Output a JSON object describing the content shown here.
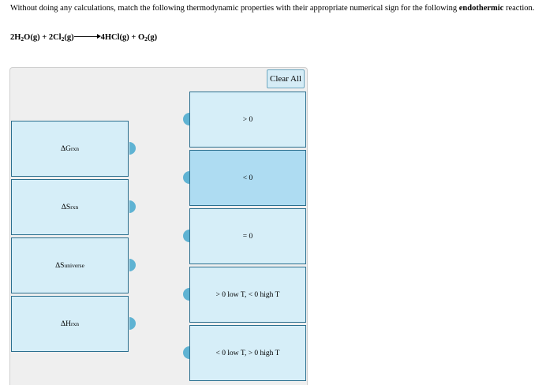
{
  "question": {
    "text_before": "Without doing any calculations, match the following thermodynamic properties with their appropriate numerical sign for the following",
    "emphasis": "endothermic",
    "text_after": "reaction."
  },
  "equation": {
    "r1_coef": "2H",
    "r1_sub": "2",
    "r1_rest": "O(g) + 2Cl",
    "r2_sub": "2",
    "r2_rest": "(g)",
    "p1": "4HCl(g) + O",
    "p2_sub": "2",
    "p2_rest": "(g)"
  },
  "controls": {
    "clear_label": "Clear All"
  },
  "properties": [
    {
      "main": "ΔG",
      "sub": "rxn"
    },
    {
      "main": "ΔS",
      "sub": "rxn"
    },
    {
      "main": "ΔS",
      "sub": "universe"
    },
    {
      "main": "ΔH",
      "sub": "rxn"
    }
  ],
  "signs": [
    {
      "label": "> 0"
    },
    {
      "label": "< 0"
    },
    {
      "label": "= 0"
    },
    {
      "label": "> 0 low T, < 0 high T"
    },
    {
      "label": "< 0 low T, > 0 high T"
    }
  ],
  "colors": {
    "card_bg": "#d6eef8",
    "card_selected_bg": "#aedcf2",
    "card_border": "#2b6f8f",
    "connector": "#5fb3d3"
  }
}
